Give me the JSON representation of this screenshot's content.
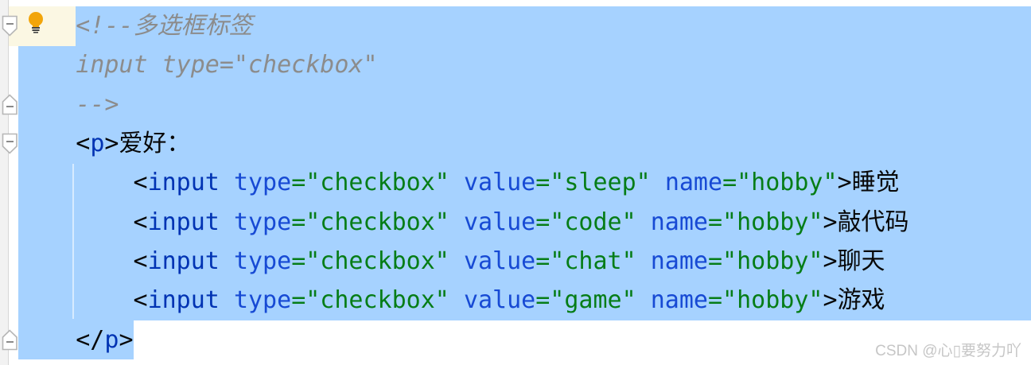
{
  "watermark": {
    "text": "CSDN @心▯要努力吖"
  },
  "editor": {
    "colors": {
      "selection": "#A6D2FF",
      "caret_row": "#FBF7E3",
      "comment": "#8C8C8C",
      "bracket": "#080808",
      "tag": "#0033B3",
      "attribute": "#174AD4",
      "string": "#067D17",
      "text": "#080808",
      "watermark": "#C6C6C6",
      "bulb": "#F2A50A"
    },
    "gutter": {
      "lightbulb_icon": "intention-bulb",
      "fold_markers": [
        {
          "row": 1,
          "type": "fold-start"
        },
        {
          "row": 3,
          "type": "fold-end"
        },
        {
          "row": 4,
          "type": "fold-start"
        },
        {
          "row": 9,
          "type": "fold-end"
        }
      ]
    },
    "lines": [
      {
        "name": "code-line-1",
        "segments": [
          {
            "c": "comment",
            "t": "    <!--多选框标签"
          }
        ]
      },
      {
        "name": "code-line-2",
        "segments": [
          {
            "c": "comment",
            "t": "    input type=\"checkbox\""
          }
        ]
      },
      {
        "name": "code-line-3",
        "segments": [
          {
            "c": "comment",
            "t": "    -->"
          }
        ]
      },
      {
        "name": "code-line-4",
        "segments": [
          {
            "c": "text",
            "t": "    "
          },
          {
            "c": "bracket",
            "t": "<"
          },
          {
            "c": "tag",
            "t": "p"
          },
          {
            "c": "bracket",
            "t": ">"
          },
          {
            "c": "text",
            "t": "爱好："
          }
        ]
      },
      {
        "name": "code-line-5",
        "segments": [
          {
            "c": "text",
            "t": "        "
          },
          {
            "c": "bracket",
            "t": "<"
          },
          {
            "c": "tag",
            "t": "input"
          },
          {
            "c": "text",
            "t": " "
          },
          {
            "c": "attribute",
            "t": "type"
          },
          {
            "c": "string",
            "t": "=\"checkbox\""
          },
          {
            "c": "text",
            "t": " "
          },
          {
            "c": "attribute",
            "t": "value"
          },
          {
            "c": "string",
            "t": "=\"sleep\""
          },
          {
            "c": "text",
            "t": " "
          },
          {
            "c": "attribute",
            "t": "name"
          },
          {
            "c": "string",
            "t": "=\"hobby\""
          },
          {
            "c": "bracket",
            "t": ">"
          },
          {
            "c": "text",
            "t": "睡觉"
          }
        ]
      },
      {
        "name": "code-line-6",
        "segments": [
          {
            "c": "text",
            "t": "        "
          },
          {
            "c": "bracket",
            "t": "<"
          },
          {
            "c": "tag",
            "t": "input"
          },
          {
            "c": "text",
            "t": " "
          },
          {
            "c": "attribute",
            "t": "type"
          },
          {
            "c": "string",
            "t": "=\"checkbox\""
          },
          {
            "c": "text",
            "t": " "
          },
          {
            "c": "attribute",
            "t": "value"
          },
          {
            "c": "string",
            "t": "=\"code\""
          },
          {
            "c": "text",
            "t": " "
          },
          {
            "c": "attribute",
            "t": "name"
          },
          {
            "c": "string",
            "t": "=\"hobby\""
          },
          {
            "c": "bracket",
            "t": ">"
          },
          {
            "c": "text",
            "t": "敲代码"
          }
        ]
      },
      {
        "name": "code-line-7",
        "segments": [
          {
            "c": "text",
            "t": "        "
          },
          {
            "c": "bracket",
            "t": "<"
          },
          {
            "c": "tag",
            "t": "input"
          },
          {
            "c": "text",
            "t": " "
          },
          {
            "c": "attribute",
            "t": "type"
          },
          {
            "c": "string",
            "t": "=\"checkbox\""
          },
          {
            "c": "text",
            "t": " "
          },
          {
            "c": "attribute",
            "t": "value"
          },
          {
            "c": "string",
            "t": "=\"chat\""
          },
          {
            "c": "text",
            "t": " "
          },
          {
            "c": "attribute",
            "t": "name"
          },
          {
            "c": "string",
            "t": "=\"hobby\""
          },
          {
            "c": "bracket",
            "t": ">"
          },
          {
            "c": "text",
            "t": "聊天"
          }
        ]
      },
      {
        "name": "code-line-8",
        "segments": [
          {
            "c": "text",
            "t": "        "
          },
          {
            "c": "bracket",
            "t": "<"
          },
          {
            "c": "tag",
            "t": "input"
          },
          {
            "c": "text",
            "t": " "
          },
          {
            "c": "attribute",
            "t": "type"
          },
          {
            "c": "string",
            "t": "=\"checkbox\""
          },
          {
            "c": "text",
            "t": " "
          },
          {
            "c": "attribute",
            "t": "value"
          },
          {
            "c": "string",
            "t": "=\"game\""
          },
          {
            "c": "text",
            "t": " "
          },
          {
            "c": "attribute",
            "t": "name"
          },
          {
            "c": "string",
            "t": "=\"hobby\""
          },
          {
            "c": "bracket",
            "t": ">"
          },
          {
            "c": "text",
            "t": "游戏"
          }
        ]
      },
      {
        "name": "code-line-9",
        "segments": [
          {
            "c": "text",
            "t": "    "
          },
          {
            "c": "bracket",
            "t": "</"
          },
          {
            "c": "tag",
            "t": "p"
          },
          {
            "c": "bracket",
            "t": ">"
          }
        ]
      }
    ]
  }
}
